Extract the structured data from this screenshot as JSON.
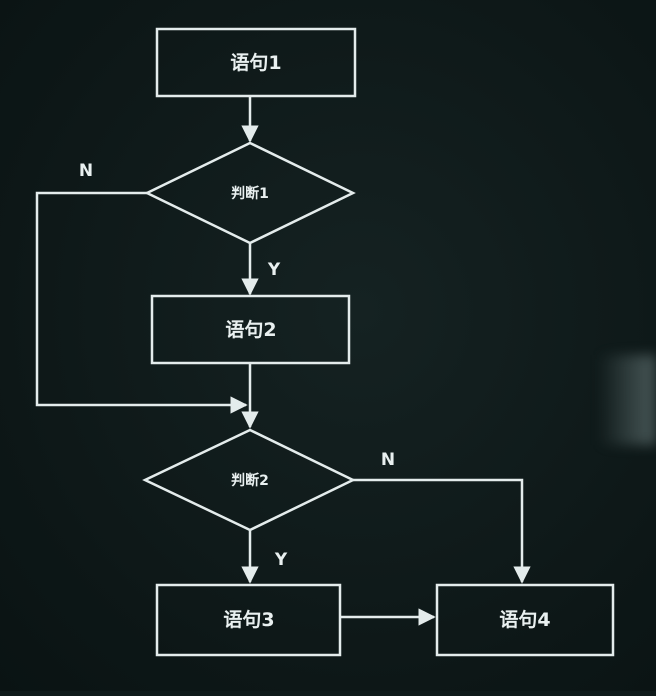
{
  "nodes": {
    "stmt1": "语句1",
    "decision1": "判断1",
    "stmt2": "语句2",
    "decision2": "判断2",
    "stmt3": "语句3",
    "stmt4": "语句4"
  },
  "edge_labels": {
    "d1_no": "N",
    "d1_yes": "Y",
    "d2_no": "N",
    "d2_yes": "Y"
  },
  "colors": {
    "background": "#0f1a1a",
    "stroke": "#e4ecec",
    "text": "#e9f0f0"
  }
}
